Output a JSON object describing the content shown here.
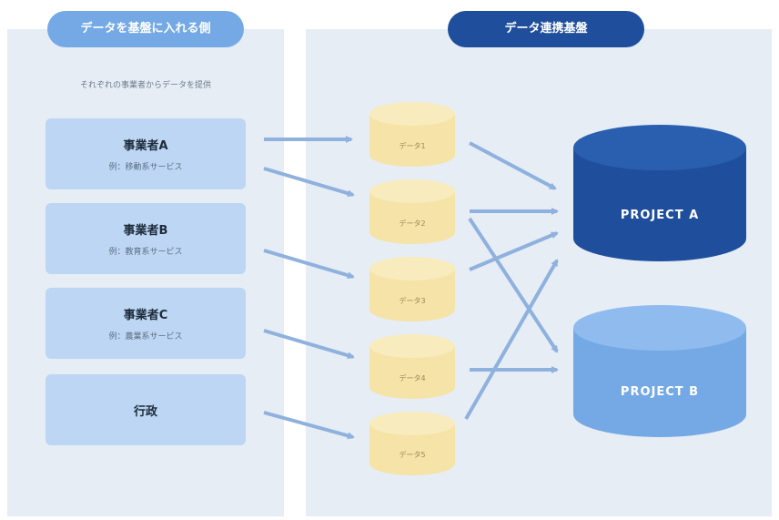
{
  "header": {
    "left_pill": "データを基盤に入れる側",
    "right_pill": "データ連携基盤"
  },
  "left": {
    "subtitle": "それぞれの事業者からデータを提供",
    "entities": [
      {
        "name": "事業者A",
        "desc": "例：移動系サービス"
      },
      {
        "name": "事業者B",
        "desc": "例：教育系サービス"
      },
      {
        "name": "事業者C",
        "desc": "例：農業系サービス"
      },
      {
        "name": "行政",
        "desc": ""
      }
    ]
  },
  "data_stores": [
    "データ1",
    "データ2",
    "データ3",
    "データ4",
    "データ5"
  ],
  "projects": [
    "PROJECT A",
    "PROJECT B"
  ],
  "colors": {
    "panel": "#e6edf5",
    "pill_left": "#74a9e6",
    "pill_right": "#1f4f9c",
    "entity_box": "#bcd6f3",
    "cylinder": "#f5e3a8",
    "arrow": "#8fb1dd",
    "project_a": "#1f4f9c",
    "project_b": "#74a9e6"
  }
}
